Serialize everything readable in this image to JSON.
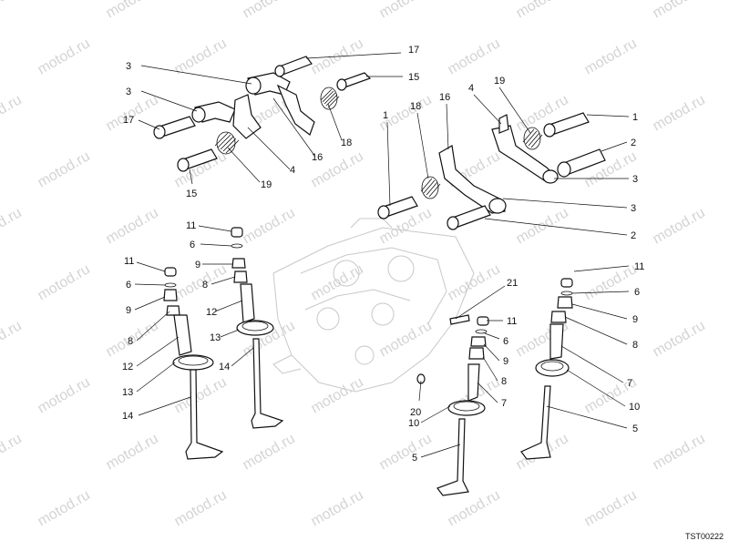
{
  "watermark": "motod.ru",
  "drawing_code": "TST00222",
  "callouts": {
    "l1a": "1",
    "l1b": "1",
    "l2a": "2",
    "l2b": "2",
    "l3a": "3",
    "l3b": "3",
    "l3c": "3",
    "l3d": "3",
    "l4a": "4",
    "l4b": "4",
    "l5a": "5",
    "l5b": "5",
    "l6a": "6",
    "l6b": "6",
    "l6c": "6",
    "l6d": "6",
    "l7a": "7",
    "l7b": "7",
    "l8a": "8",
    "l8b": "8",
    "l8c": "8",
    "l8d": "8",
    "l9a": "9",
    "l9b": "9",
    "l9c": "9",
    "l9d": "9",
    "l10a": "10",
    "l10b": "10",
    "l11a": "11",
    "l11b": "11",
    "l11c": "11",
    "l11d": "11",
    "l12a": "12",
    "l12b": "12",
    "l13a": "13",
    "l13b": "13",
    "l14a": "14",
    "l14b": "14",
    "l15a": "15",
    "l15b": "15",
    "l16a": "16",
    "l16b": "16",
    "l17a": "17",
    "l17b": "17",
    "l18a": "18",
    "l18b": "18",
    "l19a": "19",
    "l19b": "19",
    "l20": "20",
    "l21": "21"
  }
}
